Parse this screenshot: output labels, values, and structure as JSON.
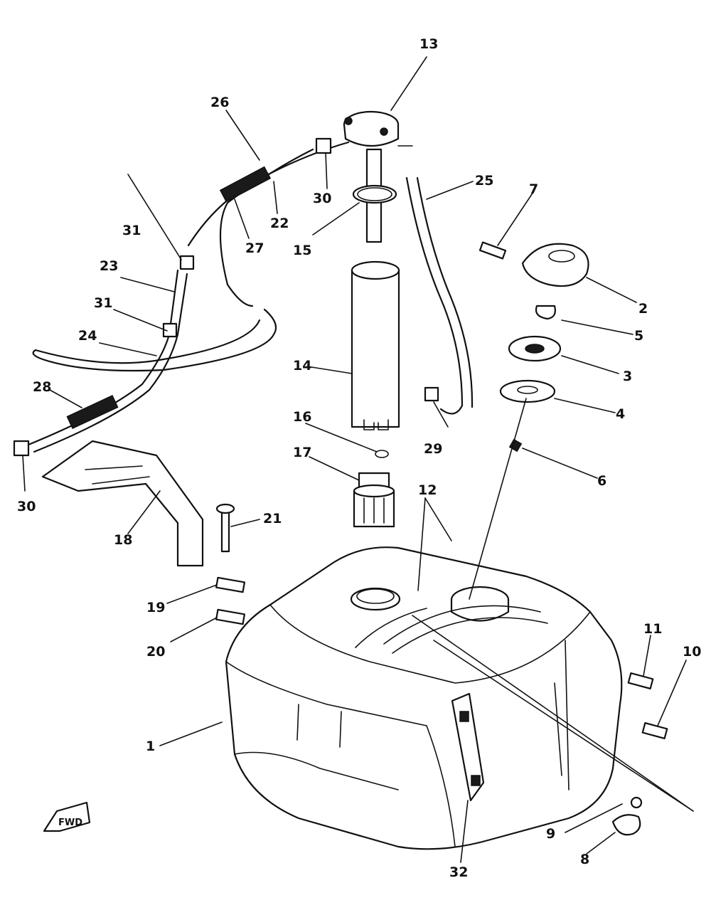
{
  "callouts": [
    {
      "id": "c1",
      "label": "1"
    },
    {
      "id": "c2",
      "label": "2"
    },
    {
      "id": "c3",
      "label": "3"
    },
    {
      "id": "c4",
      "label": "4"
    },
    {
      "id": "c5",
      "label": "5"
    },
    {
      "id": "c6",
      "label": "6"
    },
    {
      "id": "c7",
      "label": "7"
    },
    {
      "id": "c8",
      "label": "8"
    },
    {
      "id": "c9",
      "label": "9"
    },
    {
      "id": "c10",
      "label": "10"
    },
    {
      "id": "c11",
      "label": "11"
    },
    {
      "id": "c12",
      "label": "12"
    },
    {
      "id": "c13",
      "label": "13"
    },
    {
      "id": "c14",
      "label": "14"
    },
    {
      "id": "c15",
      "label": "15"
    },
    {
      "id": "c16",
      "label": "16"
    },
    {
      "id": "c17",
      "label": "17"
    },
    {
      "id": "c18",
      "label": "18"
    },
    {
      "id": "c19",
      "label": "19"
    },
    {
      "id": "c20",
      "label": "20"
    },
    {
      "id": "c21",
      "label": "21"
    },
    {
      "id": "c22",
      "label": "22"
    },
    {
      "id": "c23",
      "label": "23"
    },
    {
      "id": "c24",
      "label": "24"
    },
    {
      "id": "c25",
      "label": "25"
    },
    {
      "id": "c26",
      "label": "26"
    },
    {
      "id": "c27",
      "label": "27"
    },
    {
      "id": "c28",
      "label": "28"
    },
    {
      "id": "c29",
      "label": "29"
    },
    {
      "id": "c30a",
      "label": "30"
    },
    {
      "id": "c30b",
      "label": "30"
    },
    {
      "id": "c31a",
      "label": "31"
    },
    {
      "id": "c31b",
      "label": "31"
    },
    {
      "id": "c32",
      "label": "32"
    }
  ],
  "fwd_marker": "FWD"
}
